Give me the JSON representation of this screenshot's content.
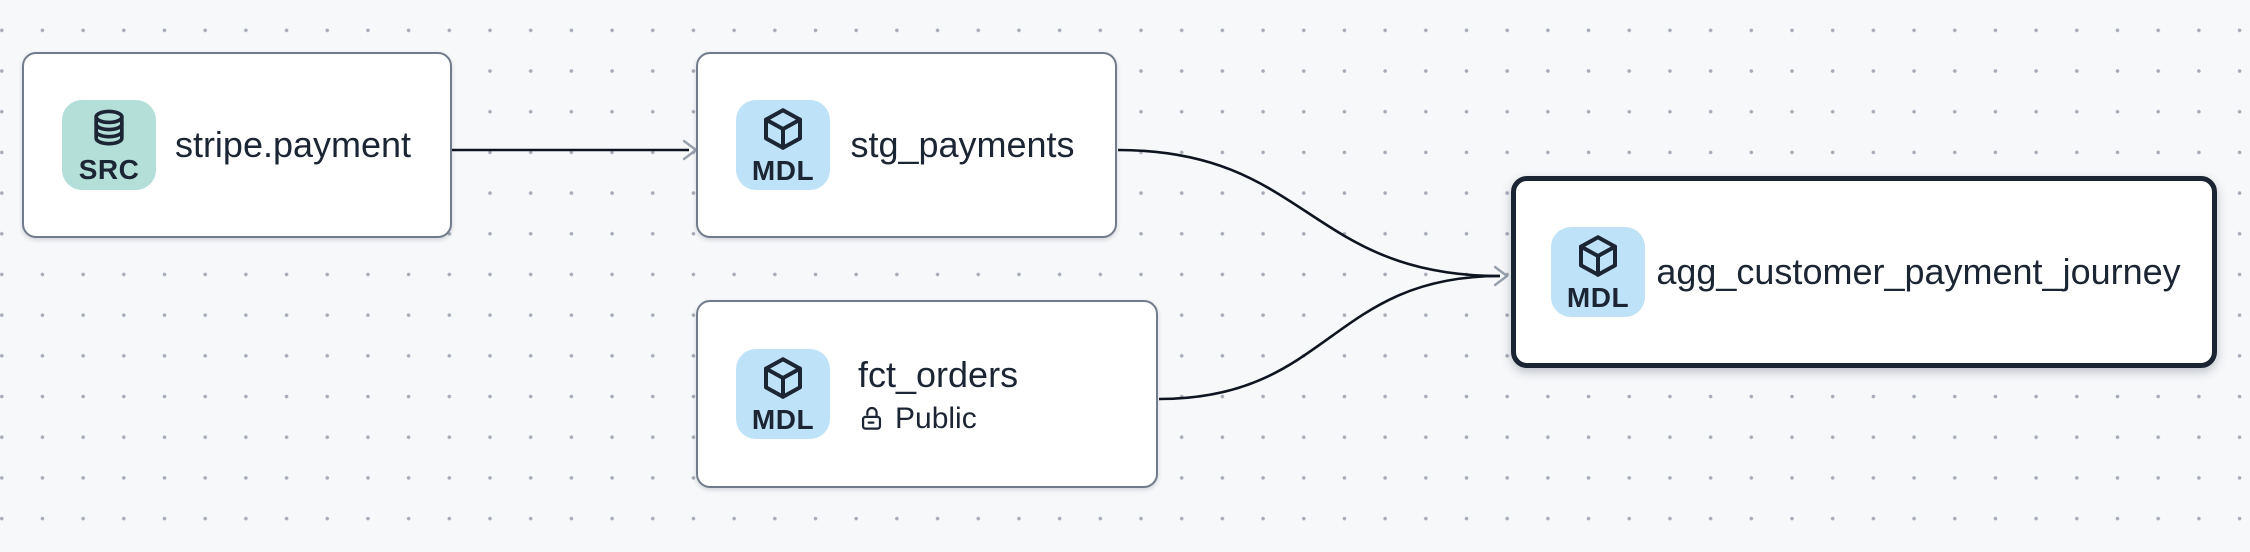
{
  "app": {
    "view": "lineage-graph-canvas"
  },
  "colors": {
    "background": "#f7f8fa",
    "grid_dot": "#a6abb6",
    "node_background": "#ffffff",
    "node_border": "#717b8b",
    "selected_node_border": "#1b2433",
    "badge_src_background": "#b4dfd9",
    "badge_mdl_background": "#bee3f8",
    "text": "#1c2534",
    "edge_line": "#0e1420",
    "edge_arrowhead": "#98a0ad"
  },
  "nodes": [
    {
      "label": "stripe.payment",
      "badge": {
        "label": "SRC",
        "icon": "database-icon"
      },
      "selected": false
    },
    {
      "label": "stg_payments",
      "badge": {
        "label": "MDL",
        "icon": "cube-icon"
      },
      "selected": false
    },
    {
      "label": "fct_orders",
      "badge": {
        "label": "MDL",
        "icon": "cube-icon"
      },
      "visibility": {
        "icon": "lock-open-icon",
        "label": "Public"
      },
      "selected": false
    },
    {
      "label": "agg_customer_payment_journey",
      "badge": {
        "label": "MDL",
        "icon": "cube-icon"
      },
      "selected": true
    }
  ],
  "edges": [
    {
      "source": "stripe.payment",
      "target": "stg_payments"
    },
    {
      "source": "stg_payments",
      "target": "agg_customer_payment_journey"
    },
    {
      "source": "fct_orders",
      "target": "agg_customer_payment_journey"
    }
  ]
}
